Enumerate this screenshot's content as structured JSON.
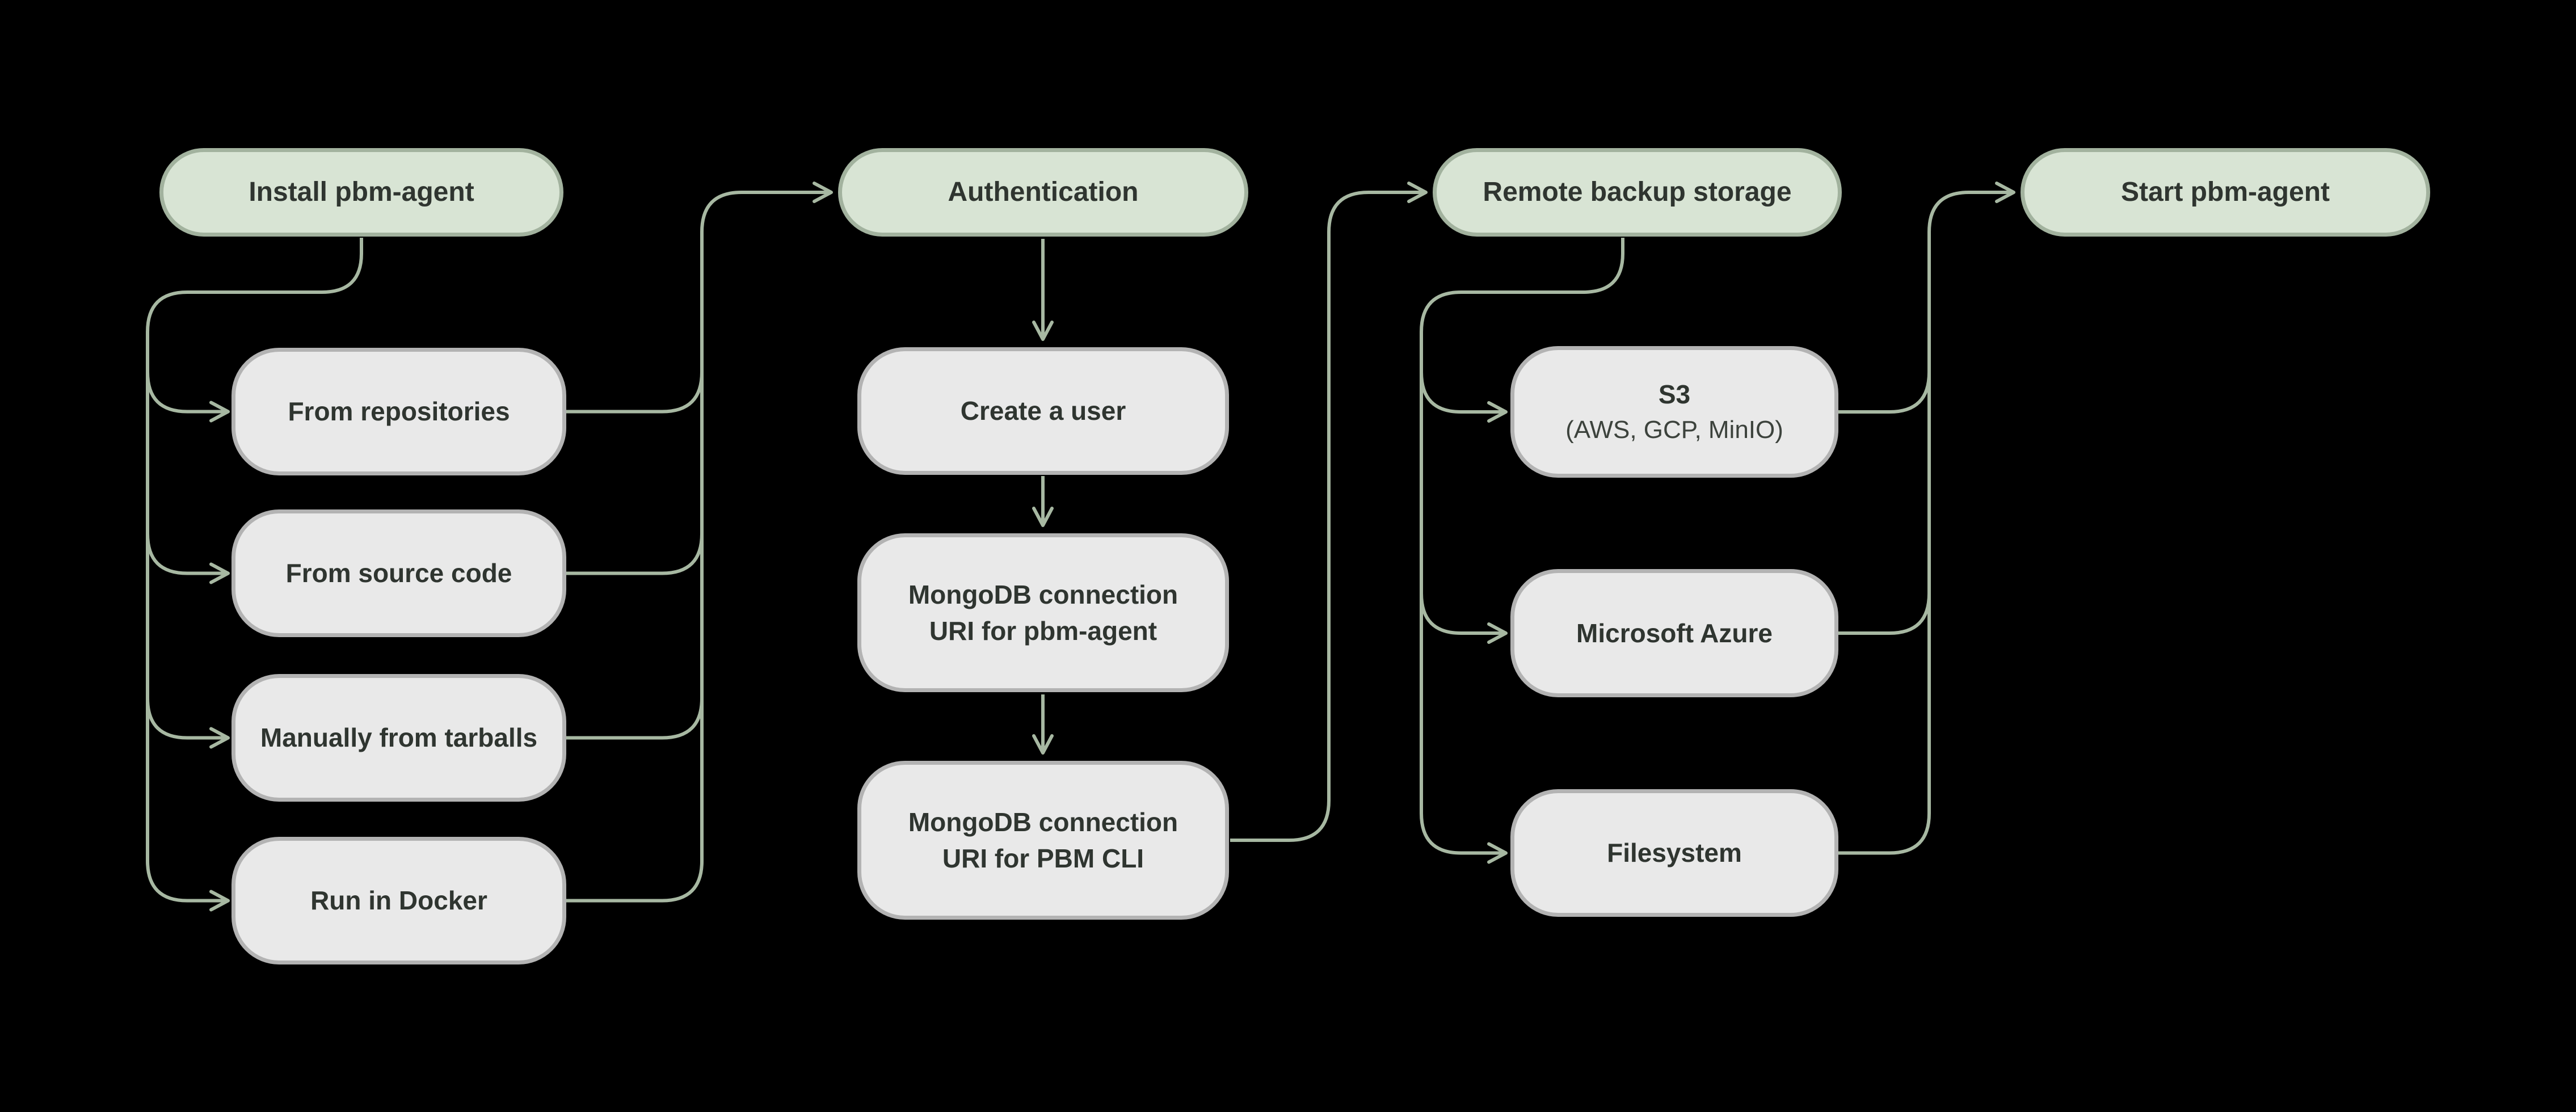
{
  "theme": {
    "background": "#000000",
    "header_fill": "#d8e4d4",
    "header_border": "#a2b29e",
    "option_fill": "#e9e9e9",
    "option_border": "#b3b3b3",
    "connector": "#a7b8a2",
    "text": "#2f3530"
  },
  "diagram": {
    "headers": [
      {
        "label": "Install pbm-agent"
      },
      {
        "label": "Authentication"
      },
      {
        "label": "Remote backup storage"
      },
      {
        "label": "Start pbm-agent"
      }
    ],
    "install_options": [
      {
        "label": "From repositories"
      },
      {
        "label": "From source code"
      },
      {
        "label": "Manually from tarballs"
      },
      {
        "label": "Run in Docker"
      }
    ],
    "auth_steps": [
      {
        "line1": "Create a user",
        "line2": ""
      },
      {
        "line1": "MongoDB connection",
        "line2": "URI for pbm-agent"
      },
      {
        "line1": "MongoDB connection",
        "line2": "URI for PBM CLI"
      }
    ],
    "storage_options": [
      {
        "line1": "S3",
        "line2": "(AWS, GCP, MinIO)"
      },
      {
        "line1": "Microsoft Azure",
        "line2": ""
      },
      {
        "line1": "Filesystem",
        "line2": ""
      }
    ]
  }
}
